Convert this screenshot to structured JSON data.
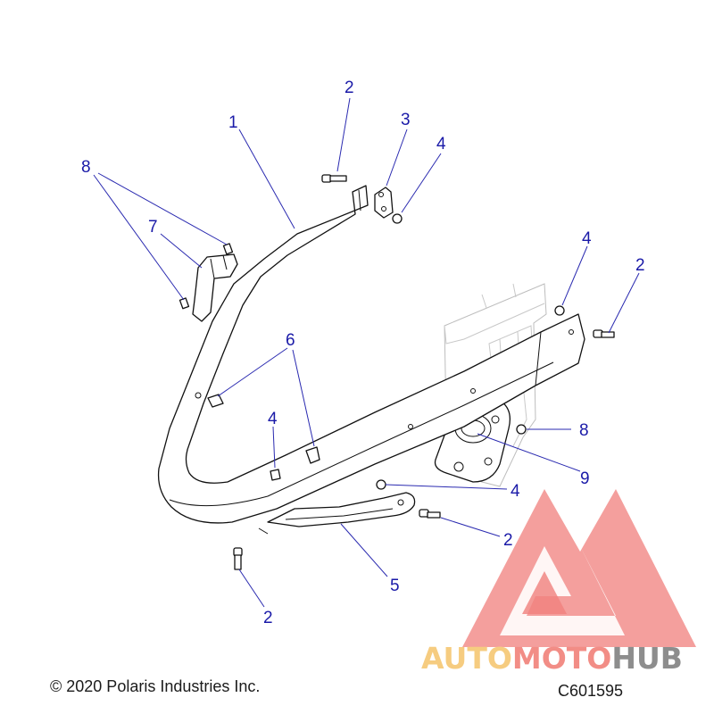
{
  "diagram": {
    "callouts": [
      {
        "id": "c1",
        "label": "1"
      },
      {
        "id": "c2a",
        "label": "2"
      },
      {
        "id": "c2b",
        "label": "2"
      },
      {
        "id": "c2c",
        "label": "2"
      },
      {
        "id": "c2d",
        "label": "2"
      },
      {
        "id": "c3",
        "label": "3"
      },
      {
        "id": "c4a",
        "label": "4"
      },
      {
        "id": "c4b",
        "label": "4"
      },
      {
        "id": "c4c",
        "label": "4"
      },
      {
        "id": "c4d",
        "label": "4"
      },
      {
        "id": "c5",
        "label": "5"
      },
      {
        "id": "c6",
        "label": "6"
      },
      {
        "id": "c7",
        "label": "7"
      },
      {
        "id": "c8a",
        "label": "8"
      },
      {
        "id": "c8b",
        "label": "8"
      },
      {
        "id": "c9",
        "label": "9"
      }
    ]
  },
  "footer": {
    "copyright": "© 2020 Polaris Industries Inc.",
    "drawing_number": "C601595"
  },
  "watermark": {
    "part1": "AUTO",
    "part2": "MOTO",
    "part3": "HUB",
    "colors": {
      "auto": "#f5c46a",
      "moto": "#f07a72",
      "hub": "#7a7a7a",
      "triangle": "#ee6a66"
    }
  }
}
